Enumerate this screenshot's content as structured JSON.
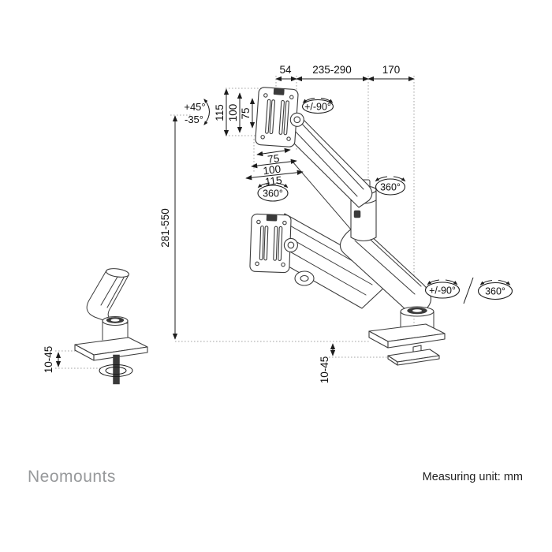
{
  "footer": {
    "brand": "Neomounts",
    "measuring_unit": "Measuring unit: mm"
  },
  "dims": {
    "top_54": "54",
    "top_235_290": "235-290",
    "top_170": "170",
    "height_range": "281-550",
    "vesa_v_115": "115",
    "vesa_v_100": "100",
    "vesa_v_75": "75",
    "vesa_h_75": "75",
    "vesa_h_100": "100",
    "vesa_h_115": "115",
    "tilt_up": "+45°",
    "tilt_down": "-35°",
    "rot_head": "+/-90°",
    "rot_mid": "360°",
    "rot_upper": "360°",
    "rot_base_pivot": "+/-90°",
    "rot_base_swivel": "360°",
    "clamp_left": "10-45",
    "clamp_right": "10-45"
  }
}
